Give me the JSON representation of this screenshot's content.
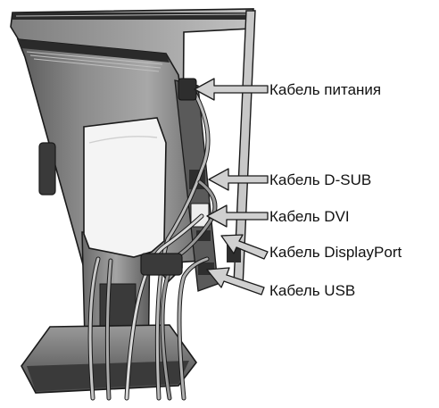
{
  "callouts": [
    {
      "id": "power",
      "label": "Кабель питания"
    },
    {
      "id": "dsub",
      "label": "Кабель D-SUB"
    },
    {
      "id": "dvi",
      "label": "Кабель DVI"
    },
    {
      "id": "displayport",
      "label": "Кабель DisplayPort"
    },
    {
      "id": "usb",
      "label": "Кабель USB"
    }
  ],
  "colors": {
    "body_dark": "#4a4a4a",
    "body_mid": "#7a7a7a",
    "body_light": "#b5b5b5",
    "cover": "#f3f3f3",
    "arrow": "#d0d0d0",
    "outline": "#1a1a1a"
  }
}
